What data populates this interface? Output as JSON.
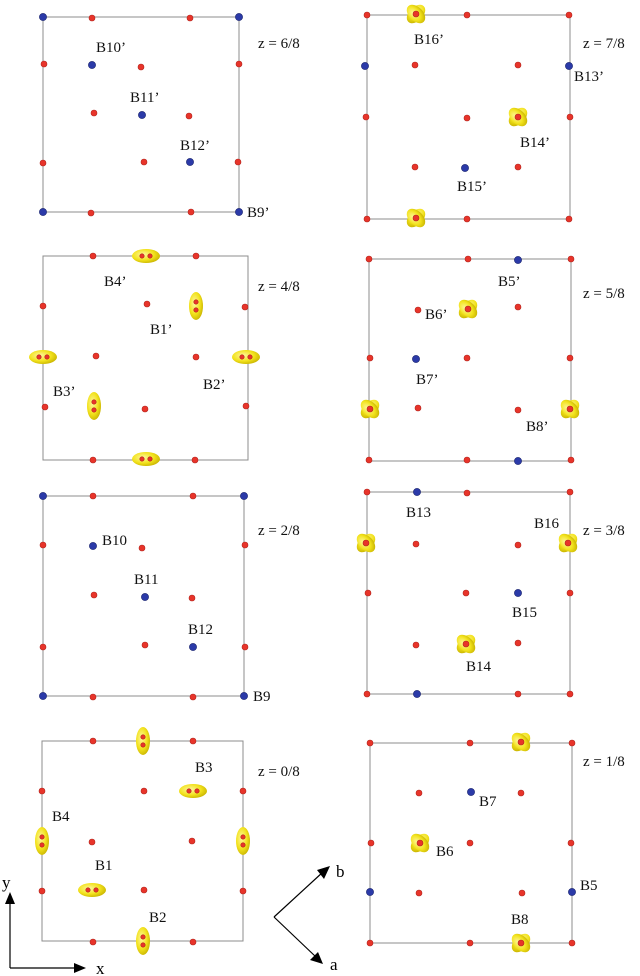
{
  "colors": {
    "oxygen": "#e8342a",
    "boron": "#2b3aa8",
    "density": "#f2e21c",
    "cell": "#8c8c8c"
  },
  "panels": {
    "z6": {
      "z": "z = 6/8",
      "labels": [
        "B10’",
        "B11’",
        "B12’",
        "B9’"
      ]
    },
    "z7": {
      "z": "z = 7/8",
      "labels": [
        "B16’",
        "B13’",
        "B14’",
        "B15’"
      ]
    },
    "z4": {
      "z": "z = 4/8",
      "labels": [
        "B4’",
        "B1’",
        "B3’",
        "B2’"
      ]
    },
    "z5": {
      "z": "z = 5/8",
      "labels": [
        "B5’",
        "B6’",
        "B7’",
        "B8’"
      ]
    },
    "z2": {
      "z": "z = 2/8",
      "labels": [
        "B10",
        "B11",
        "B12",
        "B9"
      ]
    },
    "z3": {
      "z": "z = 3/8",
      "labels": [
        "B13",
        "B16",
        "B15",
        "B14"
      ]
    },
    "z0": {
      "z": "z = 0/8",
      "labels": [
        "B3",
        "B4",
        "B1",
        "B2"
      ]
    },
    "z1": {
      "z": "z = 1/8",
      "labels": [
        "B7",
        "B6",
        "B5",
        "B8"
      ]
    }
  },
  "axes": {
    "x": "x",
    "y": "y",
    "a": "a",
    "b": "b"
  }
}
